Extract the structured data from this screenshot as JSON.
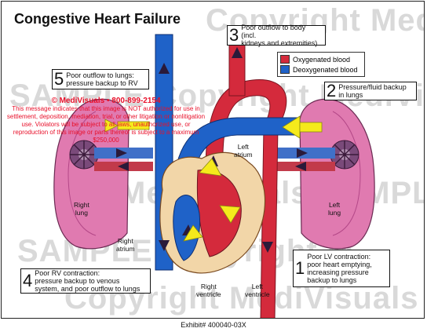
{
  "title": "Congestive Heart Failure",
  "watermark": {
    "row1": "Copyright MediVisuals",
    "row2": "SAMPLE Copyright MediVisuals",
    "row3": "MediVisuals SAMPLE",
    "row4": "SAMPLE Copyright M",
    "row5": "Copyright MediVisuals"
  },
  "notice": {
    "heading": "© MediVisuals • 800-899-2154",
    "body": "This message indicates that this image is NOT authorized for use in settlement, deposition, mediation, trial, or other litigation or nonlitigation use. Violators will be subject to all laws, unauthorized use, or reproduction of this image or parts thereof is subject to a maximum $250,000"
  },
  "legend": {
    "oxygenated": "Oxygenated blood",
    "deoxygenated": "Deoxygenated blood",
    "oxygenated_color": "#d42a3c",
    "deoxygenated_color": "#1f62c8"
  },
  "callouts": {
    "c1": {
      "num": "1",
      "text": "Poor LV contraction:\npoor heart emptying,\nincreasing pressure\nbackup to lungs"
    },
    "c2": {
      "num": "2",
      "text": "Pressure/fluid backup\nin lungs"
    },
    "c3": {
      "num": "3",
      "text": "Poor outflow to body (incl.\nkidneys and extremities)"
    },
    "c4": {
      "num": "4",
      "text": "Poor RV contraction:\npressure backup to venous\nsystem, and poor outflow to lungs"
    },
    "c5": {
      "num": "5",
      "text": "Poor outflow to lungs:\npressure backup to RV"
    }
  },
  "labels": {
    "left_atrium": "Left\natrium",
    "right_lung": "Right\nlung",
    "left_lung": "Left\nlung",
    "right_atrium": "Right\natrium",
    "right_ventricle": "Right\nventricle",
    "left_ventricle": "Left\nventricle"
  },
  "exhibit": "Exhibit# 400040-03X"
}
